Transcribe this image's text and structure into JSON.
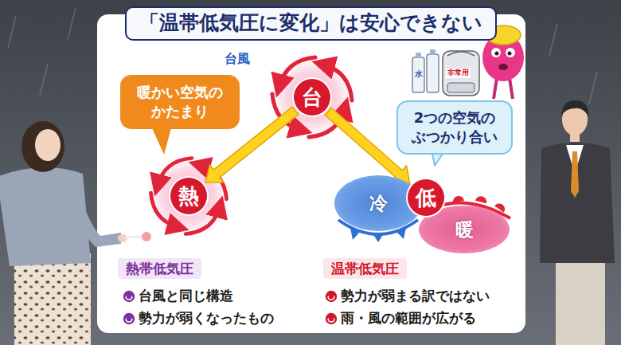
{
  "diagram": {
    "title": "「温帯低気圧に変化」は安心できない",
    "nodes": [
      {
        "text": [
          "台"
        ]
      },
      {
        "text": [
          "暖かい空気のかたまり"
        ]
      },
      {
        "text": [
          "熱"
        ]
      },
      {
        "text": [
          "2つの空気のぶつかり合い"
        ]
      },
      {
        "text": [
          "冷"
        ]
      },
      {
        "text": [
          "低"
        ]
      },
      {
        "text": [
          "暖"
        ]
      },
      {
        "text": [
          "熱帯低気圧"
        ]
      },
      {
        "text": [
          "温帯低気圧"
        ]
      }
    ],
    "edges": [
      {
        "from": 0,
        "to": 2,
        "arrow": "to"
      },
      {
        "from": 0,
        "to": 5,
        "arrow": "to"
      }
    ],
    "labels": [
      "台風",
      "水",
      "非常用",
      "台風と同じ構造",
      "勢力が弱くなったもの",
      "勢力が弱まる訳ではない",
      "雨・風の範囲が広がる"
    ]
  }
}
